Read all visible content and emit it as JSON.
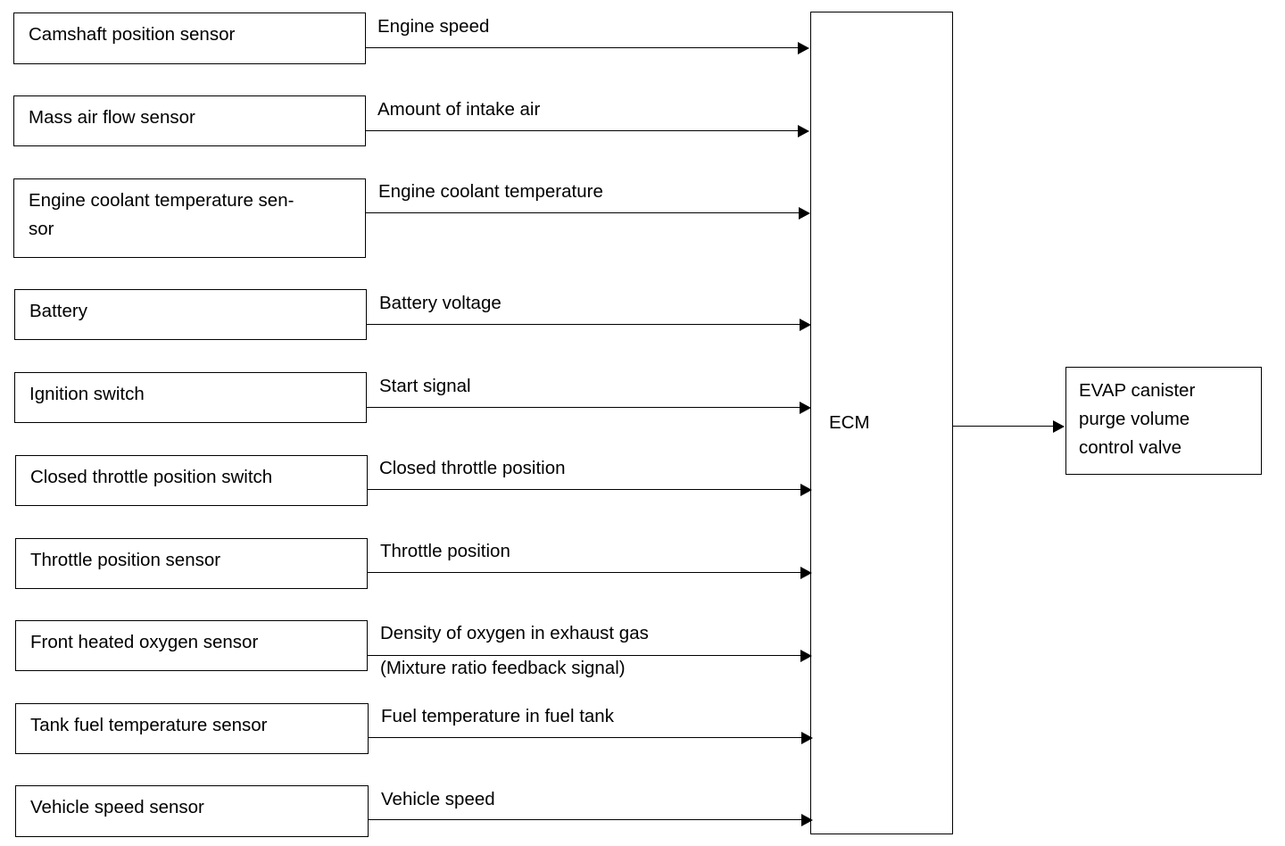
{
  "inputs": [
    {
      "sensor": "Camshaft position sensor",
      "signal": "Engine speed",
      "signal_line2": ""
    },
    {
      "sensor": "Mass air flow sensor",
      "signal": "Amount of intake air",
      "signal_line2": ""
    },
    {
      "sensor": "Engine coolant temperature sen-\nsor",
      "signal": "Engine coolant temperature",
      "signal_line2": ""
    },
    {
      "sensor": "Battery",
      "signal": "Battery voltage",
      "signal_line2": ""
    },
    {
      "sensor": "Ignition switch",
      "signal": "Start signal",
      "signal_line2": ""
    },
    {
      "sensor": "Closed throttle position switch",
      "signal": "Closed throttle position",
      "signal_line2": ""
    },
    {
      "sensor": "Throttle position sensor",
      "signal": "Throttle position",
      "signal_line2": ""
    },
    {
      "sensor": "Front heated oxygen sensor",
      "signal": "Density of oxygen in exhaust gas",
      "signal_line2": "(Mixture ratio feedback signal)"
    },
    {
      "sensor": "Tank fuel temperature sensor",
      "signal": "Fuel temperature in fuel tank",
      "signal_line2": ""
    },
    {
      "sensor": "Vehicle speed sensor",
      "signal": "Vehicle speed",
      "signal_line2": ""
    }
  ],
  "controller": {
    "label": "ECM"
  },
  "output": {
    "label": "EVAP canister\npurge volume\ncontrol valve"
  }
}
